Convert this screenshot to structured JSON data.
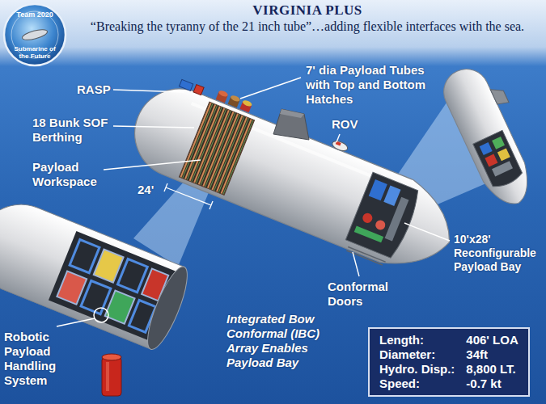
{
  "diagram": {
    "title": "VIRGINIA PLUS",
    "nodes": [
      {
        "text": [
          "Team 2020",
          "Submarine of the Future"
        ]
      },
      {
        "text": [
          "Length:",
          "406' LOA",
          "Diameter:",
          "34ft",
          "Hydro. Disp.:",
          "8,800 LT.",
          "Speed:",
          "-0.7 kt"
        ]
      }
    ],
    "labels": [
      "“Breaking the tyranny of the 21 inch tube”…adding flexible interfaces with the sea.",
      "RASP",
      "18 Bunk SOF Berthing",
      "Payload Workspace",
      "24'",
      "7' dia Payload Tubes with Top and Bottom Hatches",
      "ROV",
      "10'x28' Reconfigurable Payload Bay",
      "Conformal Doors",
      "Robotic Payload Handling System",
      "Integrated Bow Conformal (IBC) Array Enables Payload Bay"
    ]
  }
}
